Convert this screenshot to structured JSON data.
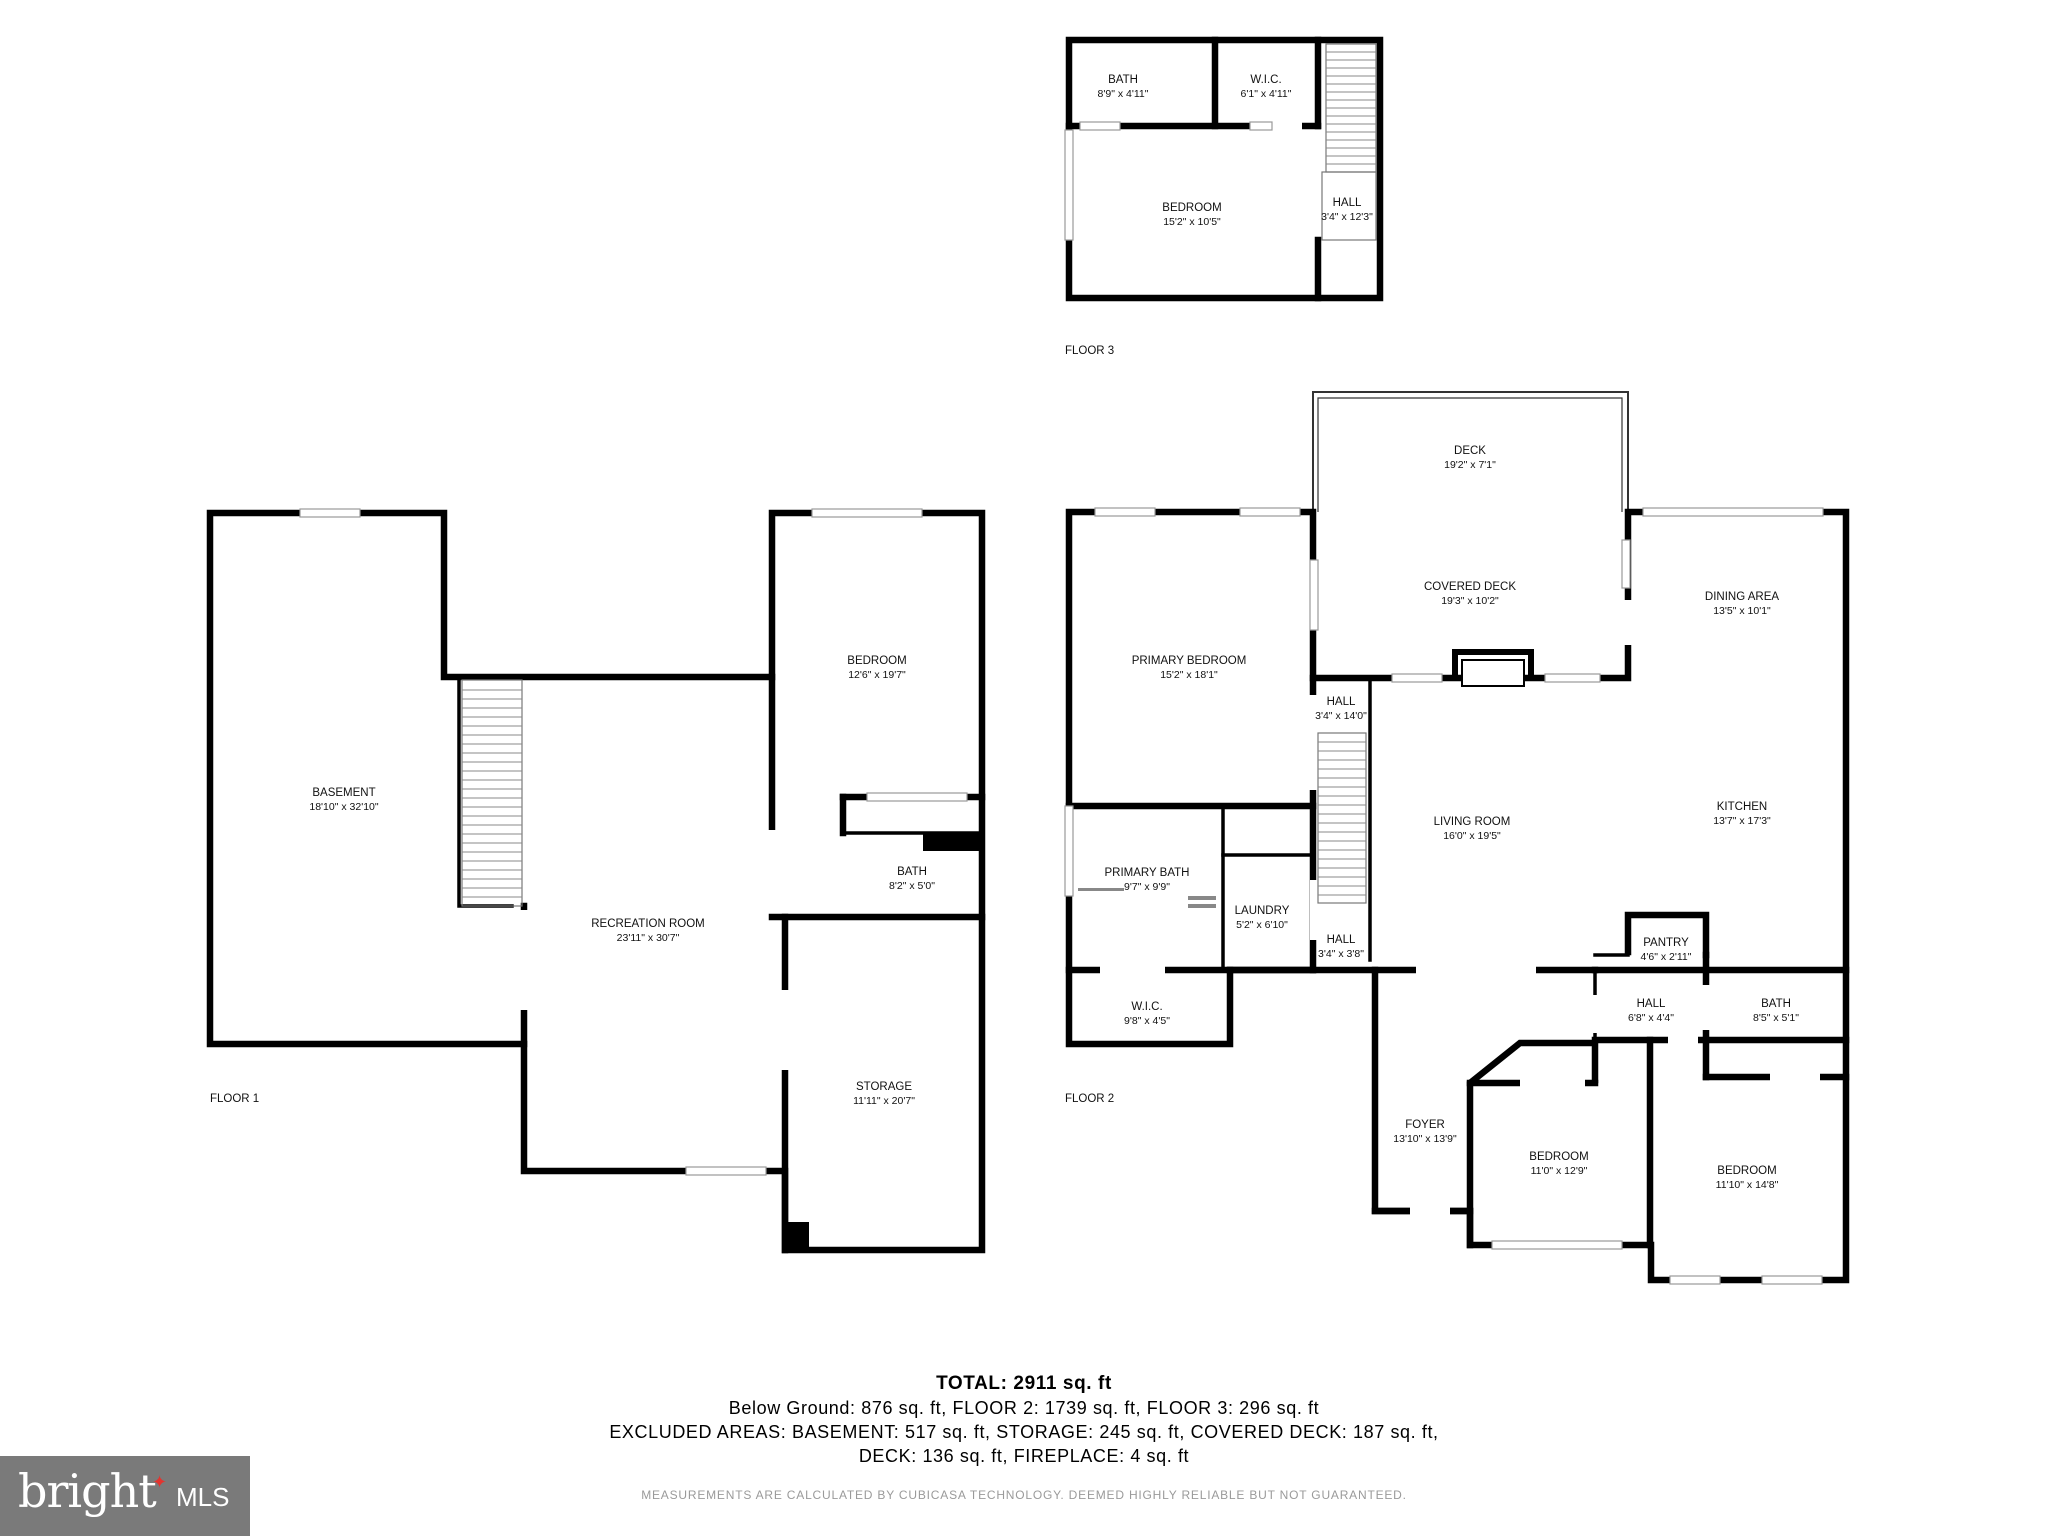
{
  "floors": [
    {
      "label": "FLOOR 3"
    },
    {
      "label": "FLOOR 1"
    },
    {
      "label": "FLOOR 2"
    }
  ],
  "rooms": {
    "f3_bath": {
      "name": "BATH",
      "dims": "8'9\" x 4'11\""
    },
    "f3_wic": {
      "name": "W.I.C.",
      "dims": "6'1\" x 4'11\""
    },
    "f3_bedroom": {
      "name": "BEDROOM",
      "dims": "15'2\" x 10'5\""
    },
    "f3_hall": {
      "name": "HALL",
      "dims": "3'4\" x 12'3\""
    },
    "f1_basement": {
      "name": "BASEMENT",
      "dims": "18'10\" x 32'10\""
    },
    "f1_bedroom": {
      "name": "BEDROOM",
      "dims": "12'6\" x 19'7\""
    },
    "f1_bath": {
      "name": "BATH",
      "dims": "8'2\" x 5'0\""
    },
    "f1_recreation": {
      "name": "RECREATION ROOM",
      "dims": "23'11\" x 30'7\""
    },
    "f1_storage": {
      "name": "STORAGE",
      "dims": "11'11\" x 20'7\""
    },
    "f2_deck": {
      "name": "DECK",
      "dims": "19'2\" x 7'1\""
    },
    "f2_covered_deck": {
      "name": "COVERED DECK",
      "dims": "19'3\" x 10'2\""
    },
    "f2_dining": {
      "name": "DINING AREA",
      "dims": "13'5\" x 10'1\""
    },
    "f2_primary_bedroom": {
      "name": "PRIMARY BEDROOM",
      "dims": "15'2\" x 18'1\""
    },
    "f2_hall_a": {
      "name": "HALL",
      "dims": "3'4\" x 14'0\""
    },
    "f2_living": {
      "name": "LIVING ROOM",
      "dims": "16'0\" x 19'5\""
    },
    "f2_kitchen": {
      "name": "KITCHEN",
      "dims": "13'7\" x 17'3\""
    },
    "f2_primary_bath": {
      "name": "PRIMARY BATH",
      "dims": "9'7\" x 9'9\""
    },
    "f2_laundry": {
      "name": "LAUNDRY",
      "dims": "5'2\" x 6'10\""
    },
    "f2_hall_b": {
      "name": "HALL",
      "dims": "3'4\" x 3'8\""
    },
    "f2_pantry": {
      "name": "PANTRY",
      "dims": "4'6\" x 2'11\""
    },
    "f2_wic": {
      "name": "W.I.C.",
      "dims": "9'8\" x 4'5\""
    },
    "f2_hall_c": {
      "name": "HALL",
      "dims": "6'8\" x 4'4\""
    },
    "f2_bath": {
      "name": "BATH",
      "dims": "8'5\" x 5'1\""
    },
    "f2_foyer": {
      "name": "FOYER",
      "dims": "13'10\" x 13'9\""
    },
    "f2_bedroom_a": {
      "name": "BEDROOM",
      "dims": "11'0\" x 12'9\""
    },
    "f2_bedroom_b": {
      "name": "BEDROOM",
      "dims": "11'10\" x 14'8\""
    }
  },
  "summary": {
    "total": "TOTAL: 2911 sq. ft",
    "line1": "Below Ground: 876 sq. ft, FLOOR 2: 1739 sq. ft, FLOOR 3: 296 sq. ft",
    "line2": "EXCLUDED AREAS: BASEMENT: 517 sq. ft, STORAGE: 245 sq. ft, COVERED DECK: 187 sq. ft,",
    "line3": "DECK: 136 sq. ft, FIREPLACE: 4 sq. ft"
  },
  "disclaimer": "MEASUREMENTS ARE CALCULATED BY CUBICASA TECHNOLOGY. DEEMED HIGHLY RELIABLE BUT NOT GUARANTEED.",
  "logo": {
    "brand": "bright",
    "suffix": "MLS",
    "accent_color": "#e3342f",
    "background": "#7a7a7a"
  }
}
